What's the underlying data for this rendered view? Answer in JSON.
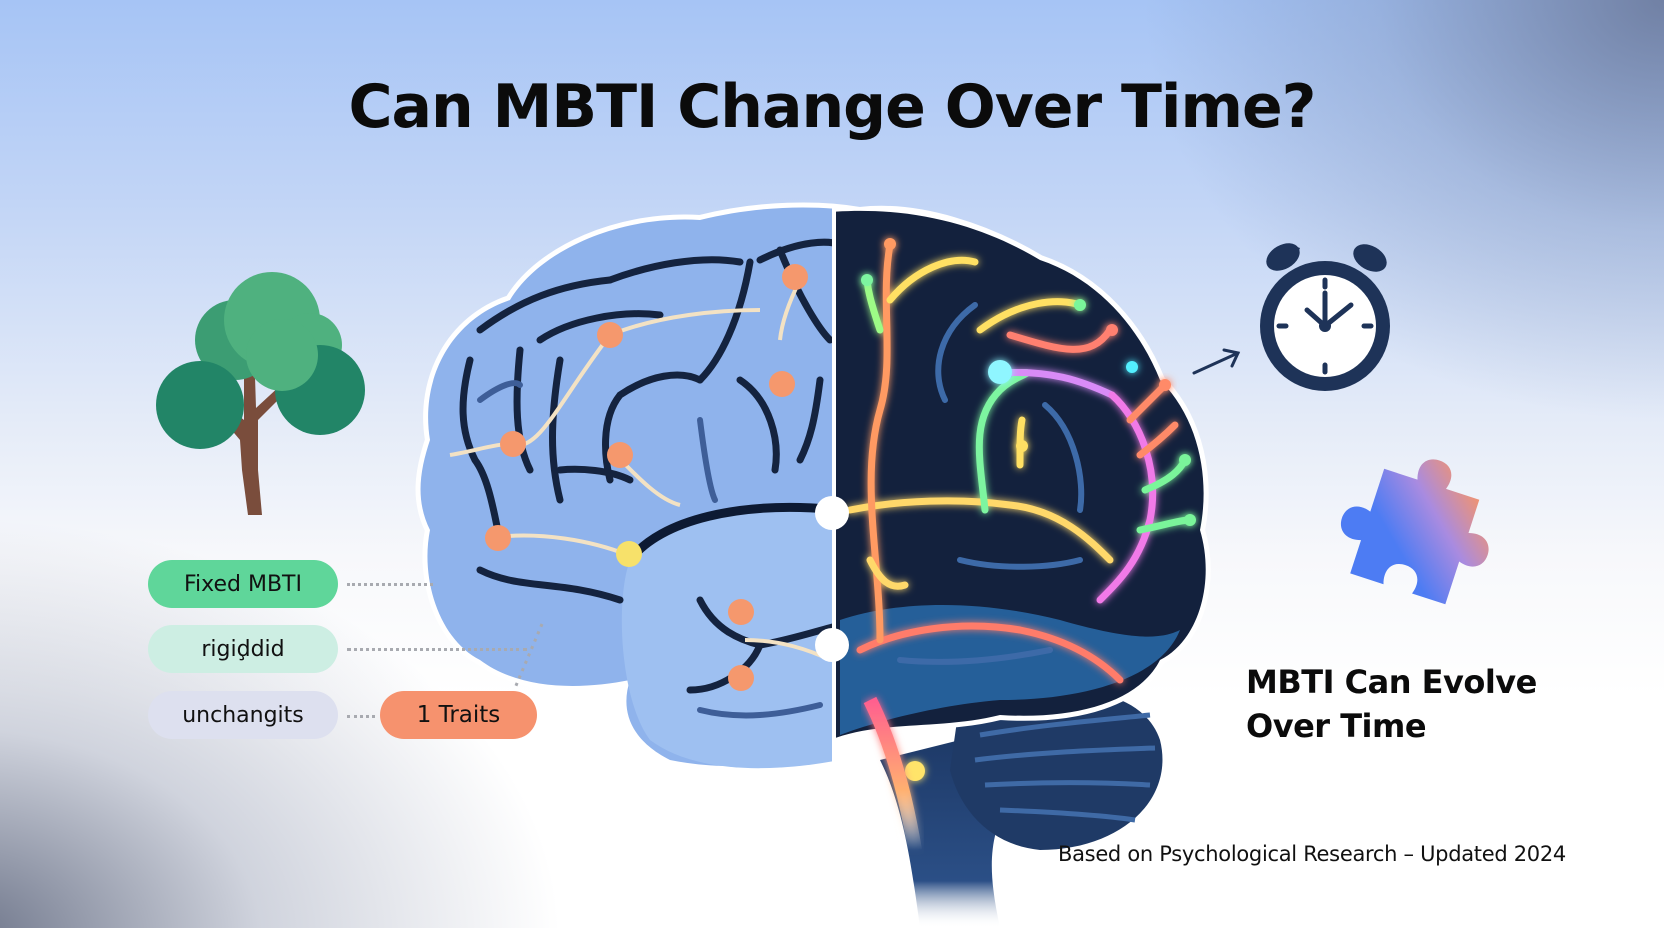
{
  "title": "Can MBTI Change Over Time?",
  "labels": {
    "fixed": "Fixed MBTI",
    "rigid": "rigiḑdid",
    "unchanging": "unchangits",
    "traits": "1 Traits"
  },
  "evolve": {
    "line1": "MBTI Can Evolve",
    "line2": "Over Time"
  },
  "footer": "Based on Psychological Research – Updated 2024",
  "icons": {
    "tree": "tree-icon",
    "brain_static": "brain-static-half",
    "brain_neural": "brain-neural-half",
    "clock": "alarm-clock-icon",
    "arrow": "arrow-icon",
    "puzzle": "puzzle-piece-icon"
  },
  "colors": {
    "fixed_pill": "#5fd69a",
    "rigid_pill": "#cdeee3",
    "unchanging_pill": "#dde0ef",
    "traits_pill": "#f6926e",
    "brain_left": "#8fb3ec",
    "brain_right": "#13213d",
    "clock": "#1e3358"
  }
}
